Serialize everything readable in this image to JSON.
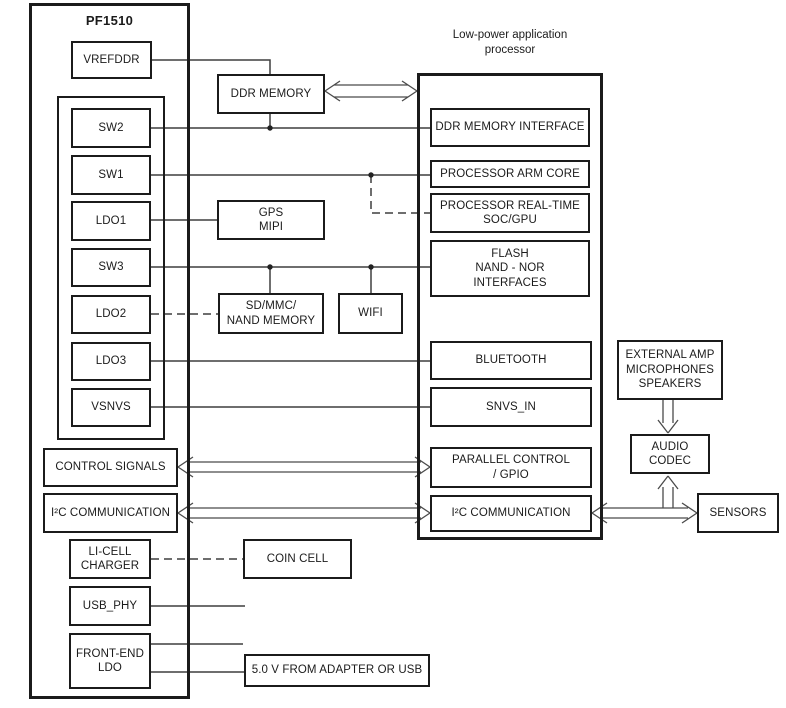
{
  "pf1510": {
    "title": "PF1510",
    "vrefddr": "VREFDDR",
    "sw2": "SW2",
    "sw1": "SW1",
    "ldo1": "LDO1",
    "sw3": "SW3",
    "ldo2": "LDO2",
    "ldo3": "LDO3",
    "vsnvs": "VSNVS",
    "control_signals": "CONTROL SIGNALS",
    "i2c_communication": "I²C COMMUNICATION",
    "licell_charger": "LI-CELL\nCHARGER",
    "usb_phy": "USB_PHY",
    "frontend_ldo": "FRONT-END\nLDO"
  },
  "peripherals": {
    "ddr_memory": "DDR MEMORY",
    "gps_mipi": "GPS\nMIPI",
    "sdmmc_nand": "SD/MMC/\nNAND MEMORY",
    "wifi": "WIFI",
    "coin_cell": "COIN CELL",
    "adapter_input": "5.0 V FROM ADAPTER OR USB"
  },
  "processor": {
    "title": "Low-power application\nprocessor",
    "ddr_memory_interface": "DDR MEMORY INTERFACE",
    "arm_core": "PROCESSOR ARM CORE",
    "realtime_soc": "PROCESSOR REAL-TIME\nSOC/GPU",
    "flash_interfaces": "FLASH\nNAND - NOR\nINTERFACES",
    "bluetooth": "BLUETOOTH",
    "snvs_in": "SNVS_IN",
    "parallel_gpio": "PARALLEL CONTROL\n/ GPIO",
    "i2c_communication": "I²C COMMUNICATION"
  },
  "audio": {
    "external_devices": "EXTERNAL AMP\nMICROPHONES\nSPEAKERS",
    "codec": "AUDIO\nCODEC",
    "sensors": "SENSORS"
  },
  "colors": {
    "ink": "#1b1b1b",
    "wire": "#3f3f3f",
    "arrow_outline": "#4a4a4a"
  }
}
